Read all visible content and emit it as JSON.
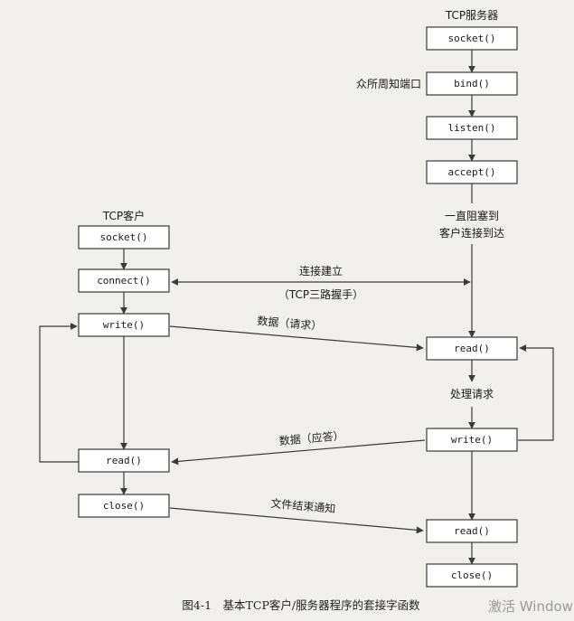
{
  "server": {
    "title": "TCP服务器",
    "socket": "socket()",
    "bind": "bind()",
    "listen": "listen()",
    "accept": "accept()",
    "read_request": "read()",
    "write_response": "write()",
    "read_eof": "read()",
    "close": "close()"
  },
  "client": {
    "title": "TCP客户",
    "socket": "socket()",
    "connect": "connect()",
    "write": "write()",
    "read": "read()",
    "close": "close()"
  },
  "labels": {
    "well_known_port": "众所周知端口",
    "block_line1": "一直阻塞到",
    "block_line2": "客户连接到达",
    "conn_established": "连接建立",
    "handshake": "（TCP三路握手）",
    "data_request": "数据（请求）",
    "process_request": "处理请求",
    "data_reply": "数据（应答）",
    "eof_notify": "文件结束通知"
  },
  "caption": "图4-1　基本TCP客户/服务器程序的套接字函数",
  "watermark": "激活 Window"
}
